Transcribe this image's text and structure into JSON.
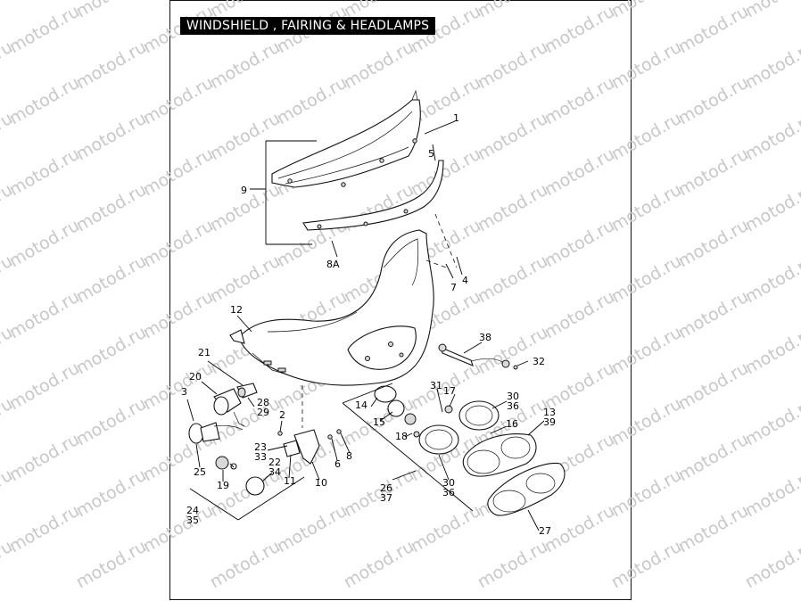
{
  "title": "WINDSHIELD , FAIRING & HEADLAMPS",
  "watermark": "motod.ru",
  "callouts": [
    {
      "id": "1",
      "text": "1"
    },
    {
      "id": "5",
      "text": "5"
    },
    {
      "id": "9",
      "text": "9"
    },
    {
      "id": "8A",
      "text": "8A"
    },
    {
      "id": "4",
      "text": "4"
    },
    {
      "id": "7",
      "text": "7"
    },
    {
      "id": "12",
      "text": "12"
    },
    {
      "id": "38",
      "text": "38"
    },
    {
      "id": "32",
      "text": "32"
    },
    {
      "id": "21",
      "text": "21"
    },
    {
      "id": "20",
      "text": "20"
    },
    {
      "id": "3",
      "text": "3"
    },
    {
      "id": "28",
      "text": "28"
    },
    {
      "id": "29",
      "text": "29"
    },
    {
      "id": "2",
      "text": "2"
    },
    {
      "id": "31",
      "text": "31"
    },
    {
      "id": "17",
      "text": "17"
    },
    {
      "id": "30a",
      "text": "30"
    },
    {
      "id": "36a",
      "text": "36"
    },
    {
      "id": "13",
      "text": "13"
    },
    {
      "id": "39",
      "text": "39"
    },
    {
      "id": "14",
      "text": "14"
    },
    {
      "id": "15",
      "text": "15"
    },
    {
      "id": "16",
      "text": "16"
    },
    {
      "id": "18",
      "text": "18"
    },
    {
      "id": "23",
      "text": "23"
    },
    {
      "id": "33",
      "text": "33"
    },
    {
      "id": "6",
      "text": "6"
    },
    {
      "id": "8",
      "text": "8"
    },
    {
      "id": "25",
      "text": "25"
    },
    {
      "id": "22",
      "text": "22"
    },
    {
      "id": "34",
      "text": "34"
    },
    {
      "id": "11",
      "text": "11"
    },
    {
      "id": "10",
      "text": "10"
    },
    {
      "id": "19",
      "text": "19"
    },
    {
      "id": "30b",
      "text": "30"
    },
    {
      "id": "36b",
      "text": "36"
    },
    {
      "id": "26",
      "text": "26"
    },
    {
      "id": "37",
      "text": "37"
    },
    {
      "id": "24",
      "text": "24"
    },
    {
      "id": "35",
      "text": "35"
    },
    {
      "id": "27",
      "text": "27"
    }
  ]
}
